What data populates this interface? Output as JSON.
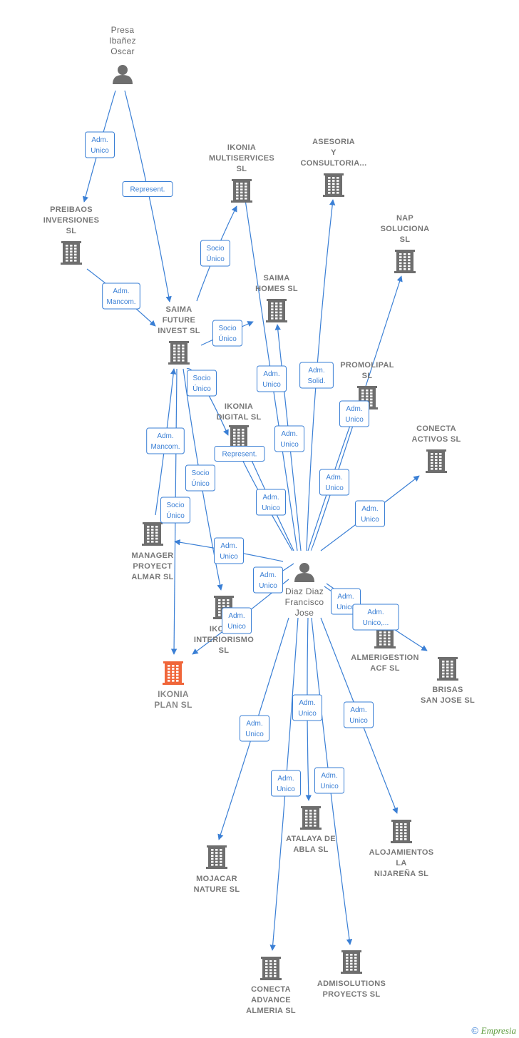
{
  "nodes": {
    "presa": {
      "label": [
        "Presa",
        "Ibañez",
        "Oscar"
      ],
      "type": "person"
    },
    "diaz": {
      "label": [
        "Diaz Diaz",
        "Francisco",
        "Jose"
      ],
      "type": "person"
    },
    "preibaos": {
      "label": [
        "PREIBAOS",
        "INVERSIONES",
        "SL"
      ],
      "type": "company"
    },
    "ikonia_multi": {
      "label": [
        "IKONIA",
        "MULTISERVICES",
        "SL"
      ],
      "type": "company"
    },
    "asesoria": {
      "label": [
        "ASESORIA",
        "Y",
        "CONSULTORIA..."
      ],
      "type": "company"
    },
    "nap": {
      "label": [
        "NAP",
        "SOLUCIONA",
        "SL"
      ],
      "type": "company"
    },
    "saima_homes": {
      "label": [
        "SAIMA",
        "HOMES  SL"
      ],
      "type": "company"
    },
    "saima_future": {
      "label": [
        "SAIMA",
        "FUTURE",
        "INVEST  SL"
      ],
      "type": "company"
    },
    "promolipal": {
      "label": [
        "PROMOLIPAL",
        "SL"
      ],
      "type": "company"
    },
    "ikonia_digital": {
      "label": [
        "IKONIA",
        "DIGITAL  SL"
      ],
      "type": "company"
    },
    "conecta_activos": {
      "label": [
        "CONECTA",
        "ACTIVOS  SL"
      ],
      "type": "company"
    },
    "manager": {
      "label": [
        "MANAGER",
        "PROYECT",
        "ALMAR  SL"
      ],
      "type": "company"
    },
    "ikonia_interiorismo": {
      "label": [
        "IKONIA",
        "INTERIORISMO",
        "SL"
      ],
      "type": "company"
    },
    "almerigestion": {
      "label": [
        "ALMERIGESTION",
        "ACF SL"
      ],
      "type": "company"
    },
    "brisas": {
      "label": [
        "BRISAS",
        "SAN JOSE  SL"
      ],
      "type": "company"
    },
    "ikonia_plan": {
      "label": [
        "IKONIA",
        "PLAN  SL"
      ],
      "type": "main"
    },
    "atalaya": {
      "label": [
        "ATALAYA DE",
        "ABLA  SL"
      ],
      "type": "company"
    },
    "alojamientos": {
      "label": [
        "ALOJAMIENTOS",
        "LA",
        "NIJAREÑA  SL"
      ],
      "type": "company"
    },
    "mojacar": {
      "label": [
        "MOJACAR",
        "NATURE  SL"
      ],
      "type": "company"
    },
    "conecta_advance": {
      "label": [
        "CONECTA",
        "ADVANCE",
        "ALMERIA  SL"
      ],
      "type": "company"
    },
    "admisolutions": {
      "label": [
        "ADMISOLUTIONS",
        "PROYECTS  SL"
      ],
      "type": "company"
    }
  },
  "edges": [
    {
      "from": "presa",
      "to": "preibaos",
      "label": [
        "Adm.",
        "Unico"
      ]
    },
    {
      "from": "presa",
      "to": "saima_future",
      "label": [
        "Represent."
      ]
    },
    {
      "from": "preibaos",
      "to": "saima_future",
      "label": [
        "Adm.",
        "Mancom."
      ]
    },
    {
      "from": "saima_future",
      "to": "ikonia_multi",
      "label": [
        "Socio",
        "Único"
      ]
    },
    {
      "from": "saima_future",
      "to": "saima_homes",
      "label": [
        "Socio",
        "Único"
      ]
    },
    {
      "from": "saima_future",
      "to": "ikonia_digital",
      "label": [
        "Socio",
        "Único"
      ]
    },
    {
      "from": "saima_future",
      "to": "ikonia_interiorismo",
      "label": [
        "Socio",
        "Único"
      ]
    },
    {
      "from": "saima_future",
      "to": "ikonia_plan",
      "label": [
        "Socio",
        "Único"
      ]
    },
    {
      "from": "manager",
      "to": "saima_future",
      "label": [
        "Adm.",
        "Mancom."
      ]
    },
    {
      "from": "diaz",
      "to": "saima_future",
      "label": [
        "Represent."
      ]
    },
    {
      "from": "diaz",
      "to": "ikonia_multi",
      "label": [
        "Adm.",
        "Unico"
      ]
    },
    {
      "from": "diaz",
      "to": "saima_homes",
      "label": [
        "Adm.",
        "Unico"
      ]
    },
    {
      "from": "diaz",
      "to": "asesoria",
      "label": [
        "Adm.",
        "Solid."
      ]
    },
    {
      "from": "diaz",
      "to": "nap",
      "label": [
        "Adm.",
        "Unico"
      ]
    },
    {
      "from": "diaz",
      "to": "promolipal",
      "label": [
        "Adm.",
        "Unico"
      ]
    },
    {
      "from": "diaz",
      "to": "ikonia_digital",
      "label": [
        "Adm.",
        "Unico"
      ]
    },
    {
      "from": "diaz",
      "to": "conecta_activos",
      "label": [
        "Adm.",
        "Unico"
      ]
    },
    {
      "from": "diaz",
      "to": "manager",
      "label": [
        "Adm.",
        "Unico"
      ]
    },
    {
      "from": "diaz",
      "to": "ikonia_plan",
      "label": [
        "Adm.",
        "Unico"
      ]
    },
    {
      "from": "diaz",
      "to": "almerigestion",
      "label": [
        "Adm.",
        "Unico"
      ]
    },
    {
      "from": "diaz",
      "to": "brisas",
      "label": [
        "Adm.",
        "Unico,..."
      ]
    },
    {
      "from": "diaz",
      "to": "mojacar",
      "label": [
        "Adm.",
        "Unico"
      ]
    },
    {
      "from": "diaz",
      "to": "atalaya",
      "label": [
        "Adm.",
        "Unico"
      ]
    },
    {
      "from": "diaz",
      "to": "alojamientos",
      "label": [
        "Adm.",
        "Unico"
      ]
    },
    {
      "from": "diaz",
      "to": "conecta_advance",
      "label": [
        "Adm.",
        "Unico"
      ]
    },
    {
      "from": "diaz",
      "to": "admisolutions",
      "label": [
        "Adm.",
        "Unico"
      ]
    },
    {
      "from": "diaz",
      "to": "ikonia_interiorismo",
      "label": [
        "Adm.",
        "Unico"
      ]
    }
  ],
  "colors": {
    "edge": "#3a7fd5",
    "company": "#6e6e6e",
    "main": "#f0663a",
    "person": "#6e6e6e",
    "brand_e": "#f0663a"
  },
  "footer": {
    "copyright": "©",
    "brand": "Empresia"
  }
}
